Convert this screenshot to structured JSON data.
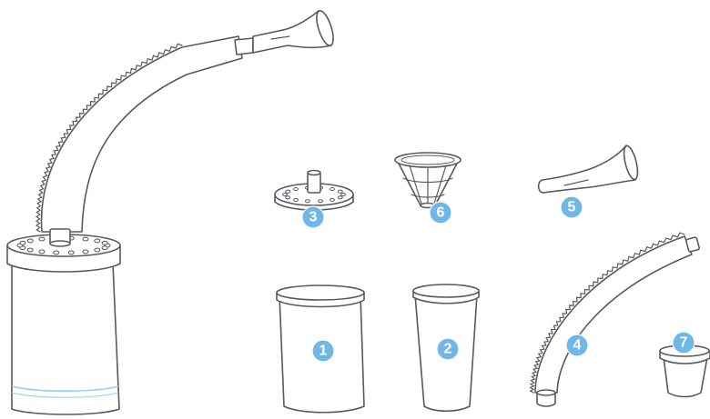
{
  "colors": {
    "badge": "#6fb7e6",
    "line": "#555a60",
    "water_line": "#8fd0ec"
  },
  "assembled_unit": {
    "parts": [
      "canister",
      "lid-with-holes",
      "corrugated-hose",
      "mouthpiece"
    ],
    "water_line_visible": true
  },
  "components": [
    {
      "number": "1",
      "part": "canister"
    },
    {
      "number": "2",
      "part": "tapered-cup"
    },
    {
      "number": "3",
      "part": "perforated-lid"
    },
    {
      "number": "4",
      "part": "corrugated-hose"
    },
    {
      "number": "5",
      "part": "mouthpiece"
    },
    {
      "number": "6",
      "part": "cone-filter-basket"
    },
    {
      "number": "7",
      "part": "small-cap"
    }
  ]
}
